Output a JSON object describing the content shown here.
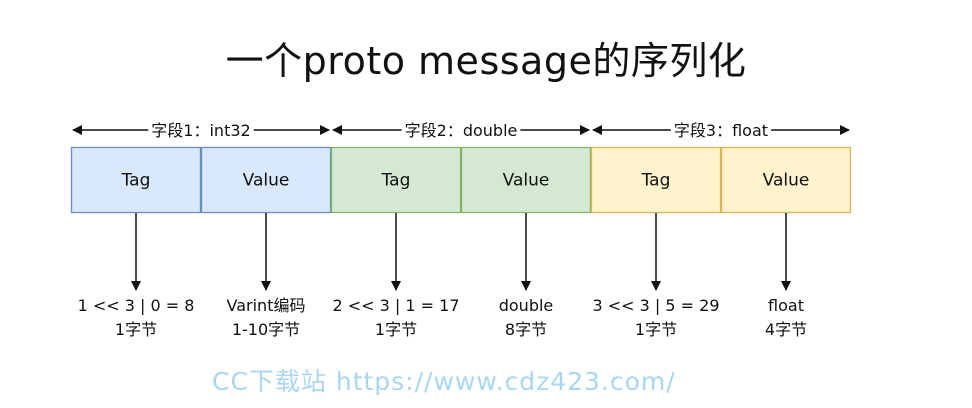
{
  "title": "一个proto message的序列化",
  "fields": [
    {
      "span_label": "字段1：int32",
      "tag": {
        "label": "Tag",
        "desc_line1": "1 << 3 | 0 = 8",
        "desc_line2": "1字节"
      },
      "value": {
        "label": "Value",
        "desc_line1": "Varint编码",
        "desc_line2": "1-10字节"
      }
    },
    {
      "span_label": "字段2：double",
      "tag": {
        "label": "Tag",
        "desc_line1": "2 << 3 | 1 = 17",
        "desc_line2": "1字节"
      },
      "value": {
        "label": "Value",
        "desc_line1": "double",
        "desc_line2": "8字节"
      }
    },
    {
      "span_label": "字段3：float",
      "tag": {
        "label": "Tag",
        "desc_line1": "3 << 3 | 5 = 29",
        "desc_line2": "1字节"
      },
      "value": {
        "label": "Value",
        "desc_line1": "float",
        "desc_line2": "4字节"
      }
    }
  ],
  "colors": {
    "field1_fill": "#dae8fc",
    "field1_stroke": "#6c8ebf",
    "field2_fill": "#d5e8d4",
    "field2_stroke": "#82b366",
    "field3_fill": "#fff2cc",
    "field3_stroke": "#d6b656",
    "watermark": "#a9d6f3"
  },
  "watermark": "CC下载站 https://www.cdz423.com/"
}
